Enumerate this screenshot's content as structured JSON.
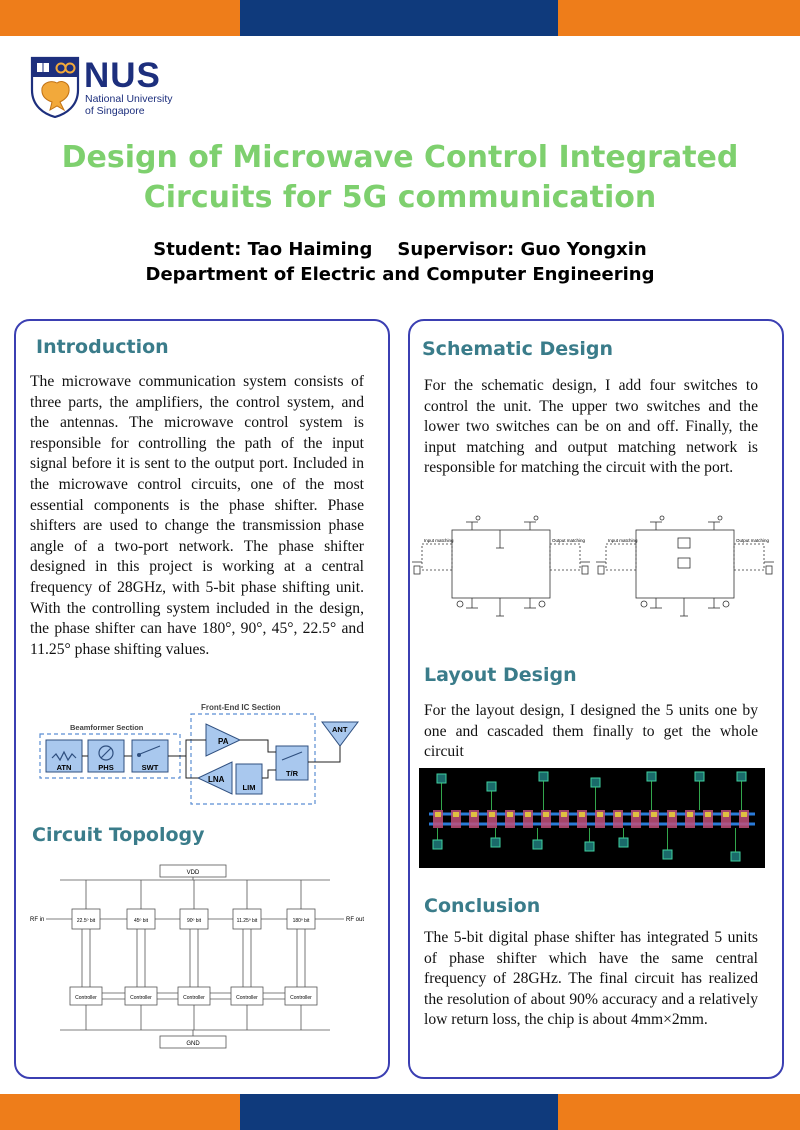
{
  "colors": {
    "band_orange": "#ee7d1a",
    "band_navy": "#0f3a7c",
    "title_green": "#7ed06e",
    "section_teal": "#3a7c8a",
    "panel_border": "#3b3fb2"
  },
  "logo": {
    "name": "NUS",
    "subtitle": "National University\nof Singapore"
  },
  "poster": {
    "title": "Design of Microwave Control Integrated\nCircuits for 5G communication",
    "authors_line": "Student: Tao Haiming    Supervisor: Guo Yongxin",
    "department": "Department of Electric and Computer Engineering"
  },
  "introduction": {
    "heading": "Introduction",
    "text": "The microwave communication system consists of three parts, the amplifiers, the control system, and the antennas. The microwave control system is responsible for controlling the path of the input signal before it is sent to the output port. Included in the microwave control circuits, one of the most essential components is the phase shifter. Phase shifters are used to change the transmission phase angle of a two-port network. The phase shifter designed in this project is working at a central frequency of 28GHz, with 5-bit phase shifting unit. With the controlling system included in the design, the phase shifter can have 180°, 90°, 45°, 22.5° and 11.25° phase shifting values."
  },
  "frontend_figure": {
    "frontend_label": "Front-End IC Section",
    "beamformer_label": "Beamformer Section",
    "blocks": {
      "atn": "ATN",
      "phs": "PHS",
      "swt": "SWT",
      "pa": "PA",
      "lna": "LNA",
      "lim": "LIM",
      "tr": "T/R",
      "ant": "ANT"
    }
  },
  "circuit_topology": {
    "heading": "Circuit Topology",
    "vdd": "VDD",
    "gnd": "GND",
    "rf_in": "RF in",
    "rf_out": "RF out",
    "bits": [
      "22.5º bit",
      "45º bit",
      "90º bit",
      "11.25º bit",
      "180º bit"
    ],
    "controllers": [
      "Controller",
      "Controller",
      "Controller",
      "Controller",
      "Controller"
    ]
  },
  "schematic": {
    "heading": "Schematic Design",
    "text": "For the schematic design, I add four switches to control the unit. The upper two switches and the lower two switches can be on and off. Finally, the input matching and output matching network is responsible for matching the circuit with the port.",
    "labels": {
      "input_matching": "Input matching",
      "output_matching": "Output matching"
    }
  },
  "layout": {
    "heading": "Layout Design",
    "text": "For the layout design, I designed the 5 units one by one and cascaded them finally to get the whole circuit"
  },
  "conclusion": {
    "heading": "Conclusion",
    "text": "The 5-bit digital phase shifter has integrated 5 units of phase shifter which have the same central frequency of 28GHz. The final circuit has realized the resolution of about 90% accuracy and a relatively low return loss, the chip is about 4mm×2mm."
  }
}
